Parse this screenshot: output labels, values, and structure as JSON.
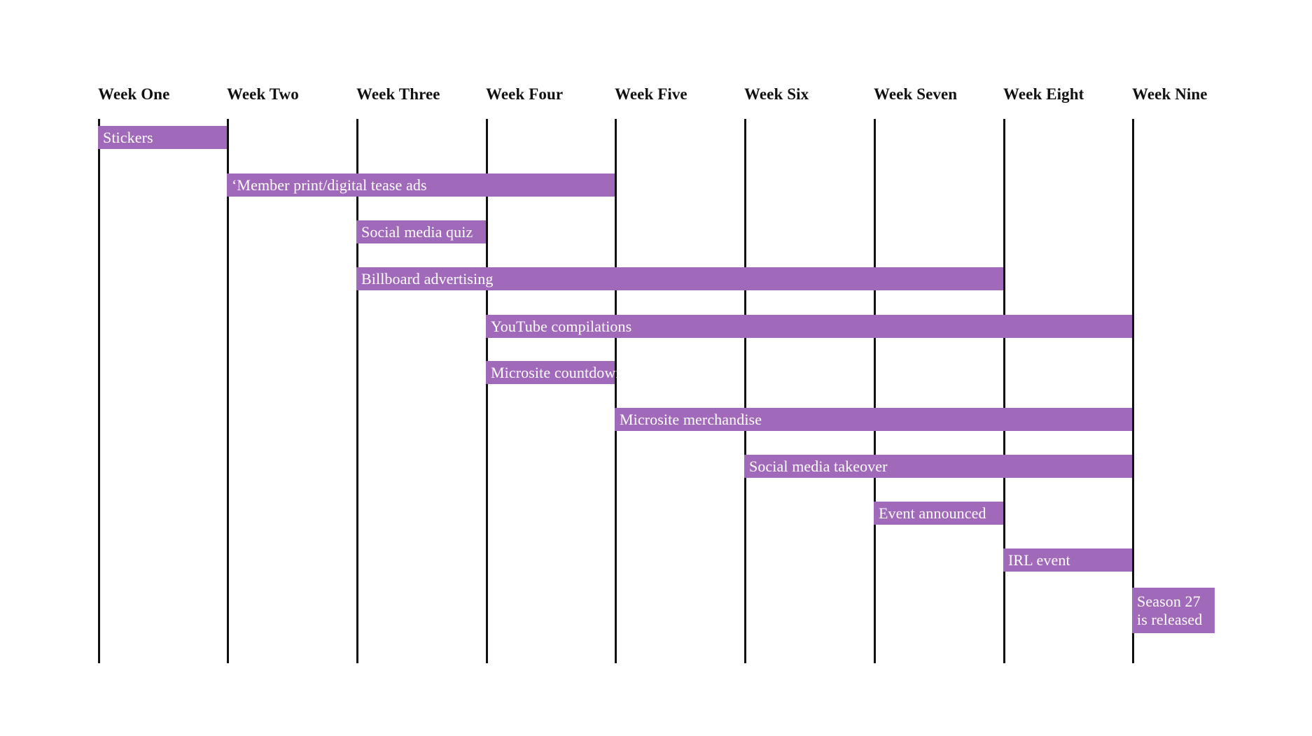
{
  "chart_data": {
    "type": "bar",
    "subtype": "gantt",
    "title": "",
    "xlabel": "",
    "ylabel": "",
    "grid": true,
    "legend": null,
    "axis_labels_position": "top",
    "bar_color": "#a169b9",
    "bar_text_color": "#ffffff",
    "gridline_color": "#111111",
    "background_color": "#ffffff",
    "categories": [
      "Week One",
      "Week Two",
      "Week Three",
      "Week Four",
      "Week Five",
      "Week Six",
      "Week Seven",
      "Week Eight",
      "Week Nine"
    ],
    "xlim": [
      1,
      10
    ],
    "tasks": [
      {
        "label": "Stickers",
        "start_week": 1,
        "end_week": 2
      },
      {
        "label": "‘Member print/digital tease ads",
        "start_week": 2,
        "end_week": 5
      },
      {
        "label": "Social media quiz",
        "start_week": 3,
        "end_week": 4
      },
      {
        "label": "Billboard advertising",
        "start_week": 3,
        "end_week": 8
      },
      {
        "label": "YouTube compilations",
        "start_week": 4,
        "end_week": 9
      },
      {
        "label": "Microsite countdown",
        "start_week": 4,
        "end_week": 5
      },
      {
        "label": "Microsite merchandise",
        "start_week": 5,
        "end_week": 9
      },
      {
        "label": "Social media takeover",
        "start_week": 6,
        "end_week": 9
      },
      {
        "label": "Event announced",
        "start_week": 7,
        "end_week": 8
      },
      {
        "label": "IRL event",
        "start_week": 8,
        "end_week": 9
      },
      {
        "label": "Season 27 is released",
        "start_week": 9,
        "end_week": 9.64
      }
    ]
  },
  "headers": {
    "week_1": "Week One",
    "week_2": "Week Two",
    "week_3": "Week Three",
    "week_4": "Week Four",
    "week_5": "Week Five",
    "week_6": "Week Six",
    "week_7": "Week Seven",
    "week_8": "Week Eight",
    "week_9": "Week Nine"
  },
  "bars": {
    "bar_1": "Stickers",
    "bar_2": "‘Member print/digital tease ads",
    "bar_3": "Social media quiz",
    "bar_4": "Billboard advertising",
    "bar_5": "YouTube compilations",
    "bar_6": "Microsite countdown",
    "bar_7": "Microsite merchandise",
    "bar_8": "Social media takeover",
    "bar_9": "Event announced",
    "bar_10": "IRL event",
    "bar_11": "Season 27 is released"
  }
}
